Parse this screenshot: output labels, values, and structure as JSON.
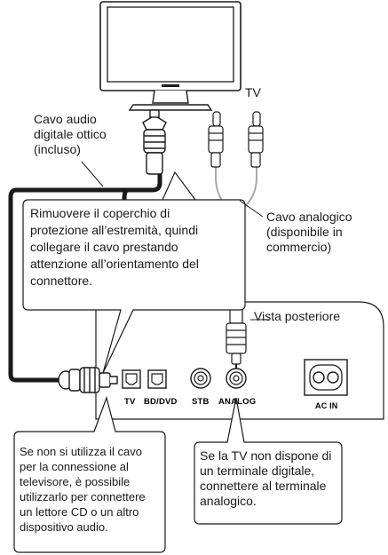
{
  "labels": {
    "tv": "TV",
    "optical_cable": [
      "Cavo audio",
      "digitale ottico",
      "(incluso)"
    ],
    "analog_cable": [
      "Cavo analogico",
      "(disponibile in",
      "commercio)"
    ],
    "rear_view": "Vista posteriore"
  },
  "callouts": {
    "cover": [
      "Rimuovere il coperchio di",
      "protezione all’estremità, quindi",
      "collegare il cavo prestando",
      "attenzione all’orientamento del",
      "connettore."
    ],
    "cd_player": [
      "Se non si utilizza il cavo",
      "per la connessione al",
      "televisore, è possibile",
      "utilizzarlo per connettere",
      "un lettore CD o un altro",
      "dispositivo audio."
    ],
    "no_digital": [
      "Se la TV non dispone di",
      "un terminale digitale,",
      "connettere al terminale",
      "analogico."
    ]
  },
  "ports": {
    "tv": "TV",
    "bd_dvd": "BD/DVD",
    "stb": "STB",
    "analog": "ANALOG",
    "ac_in": "AC IN"
  }
}
